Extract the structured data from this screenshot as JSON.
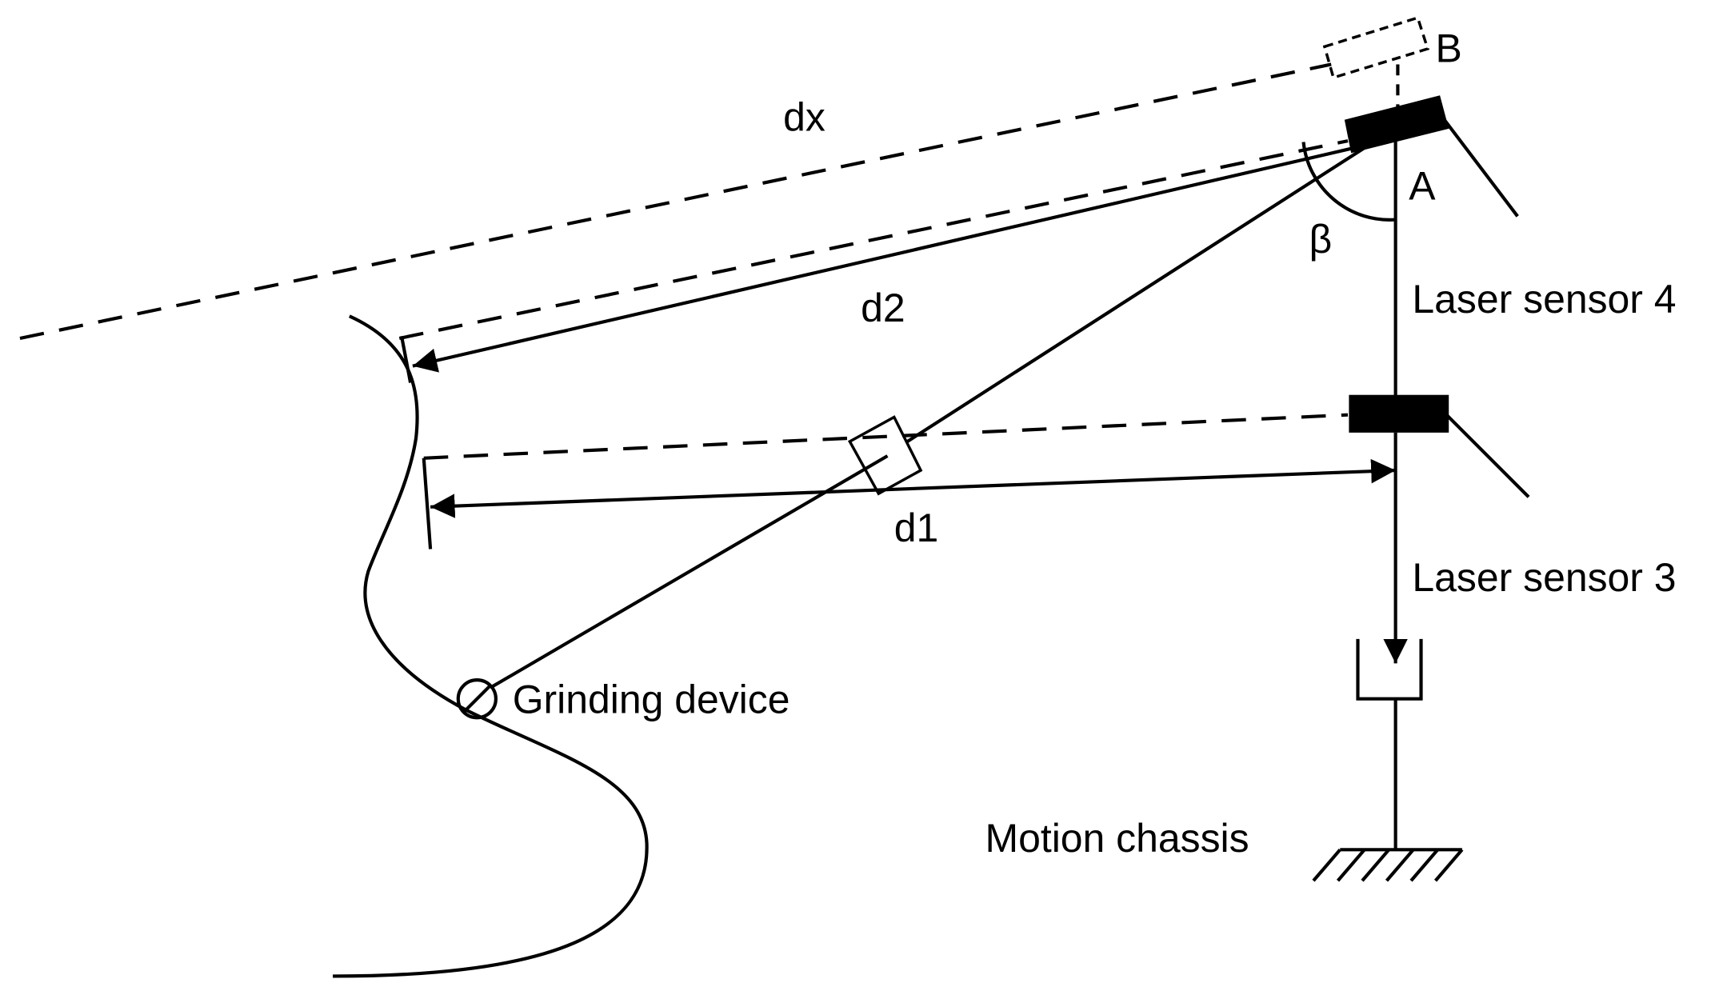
{
  "labels": {
    "dx": "dx",
    "d2": "d2",
    "d1": "d1",
    "beta": "β",
    "point_a": "A",
    "point_b": "B",
    "laser_sensor_4": "Laser sensor 4",
    "laser_sensor_3": "Laser sensor 3",
    "grinding_device": "Grinding device",
    "motion_chassis": "Motion chassis"
  },
  "colors": {
    "stroke": "#000000",
    "background": "#ffffff"
  }
}
